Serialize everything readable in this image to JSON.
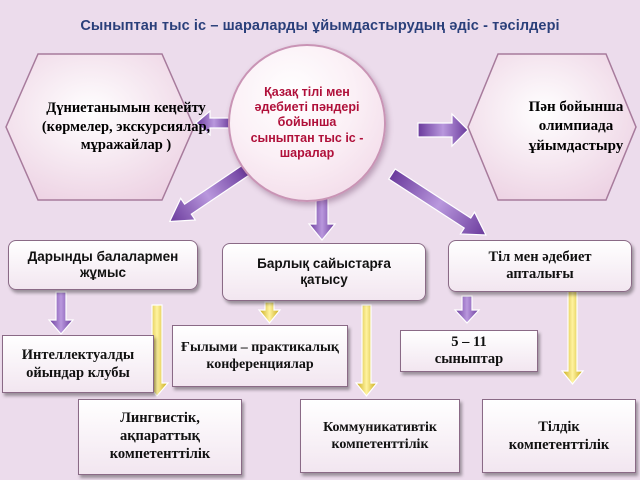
{
  "title": "Сыныптан тыс іс – шараларды ұйымдастырудың  әдіс - тәсілдері",
  "center": "Қазақ тілі мен әдебиеті пәндері бойынша сыныптан тыс іс - шаралар",
  "hex_left": "Дүниетанымын кеңейту (көрмелер, экскурсиялар, мұражайлар )",
  "hex_right": "Пән бойынша олимпиада ұйымдастыру",
  "gifted": "Дарынды балалармен жұмыс",
  "contests": "Барлық сайыстарға қатысу",
  "lit_week": "Тіл мен әдебиет апталығы",
  "conferences": "Ғылыми – практикалық конференциялар",
  "classes": "5 – 11 сыныптар",
  "club": "Интеллектуалды ойындар клубы",
  "linguistic": "Лингвистік, ақпараттық компетенттілік",
  "communicative": "Коммуникативтік компетенттілік",
  "language_comp": "Тілдік компетенттілік",
  "colors": {
    "background": "#ecdcec",
    "title": "#2a3f7a",
    "center_text": "#b0103a",
    "arrow_purple": "#8a52b8",
    "arrow_yellow": "#e6c830"
  }
}
